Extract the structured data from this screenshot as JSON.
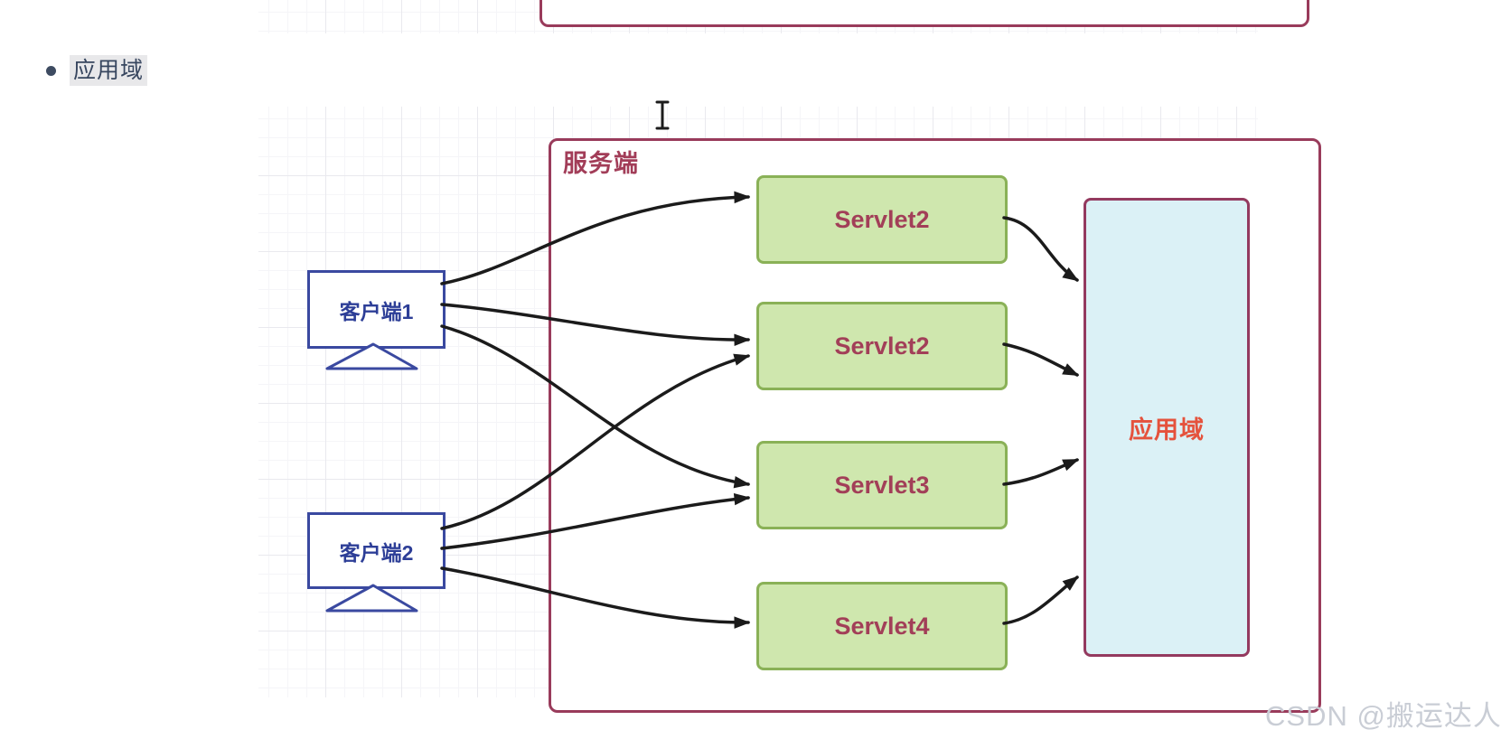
{
  "document": {
    "bullet_item": "应用域"
  },
  "diagram": {
    "server_label": "服务端",
    "clients": [
      {
        "label": "客户端1"
      },
      {
        "label": "客户端2"
      }
    ],
    "servlets": [
      {
        "label": "Servlet2"
      },
      {
        "label": "Servlet2"
      },
      {
        "label": "Servlet3"
      },
      {
        "label": "Servlet4"
      }
    ],
    "app_domain": {
      "label": "应用域"
    }
  },
  "watermark": {
    "text": "CSDN @搬运达人"
  },
  "colors": {
    "maroon_border": "#993b5b",
    "maroon_text": "#a23d58",
    "servlet_fill": "#cfe7ae",
    "servlet_border": "#8ab157",
    "servlet_text": "#a23f58",
    "app_domain_fill": "#dbf1f6",
    "app_domain_text": "#e5523c",
    "client_border": "#3a49a0",
    "client_text": "#2d3e97",
    "bullet_highlight": "#e8e8ea",
    "arrow": "#1b1b1b",
    "watermark_gray": "#c9cdd5"
  }
}
